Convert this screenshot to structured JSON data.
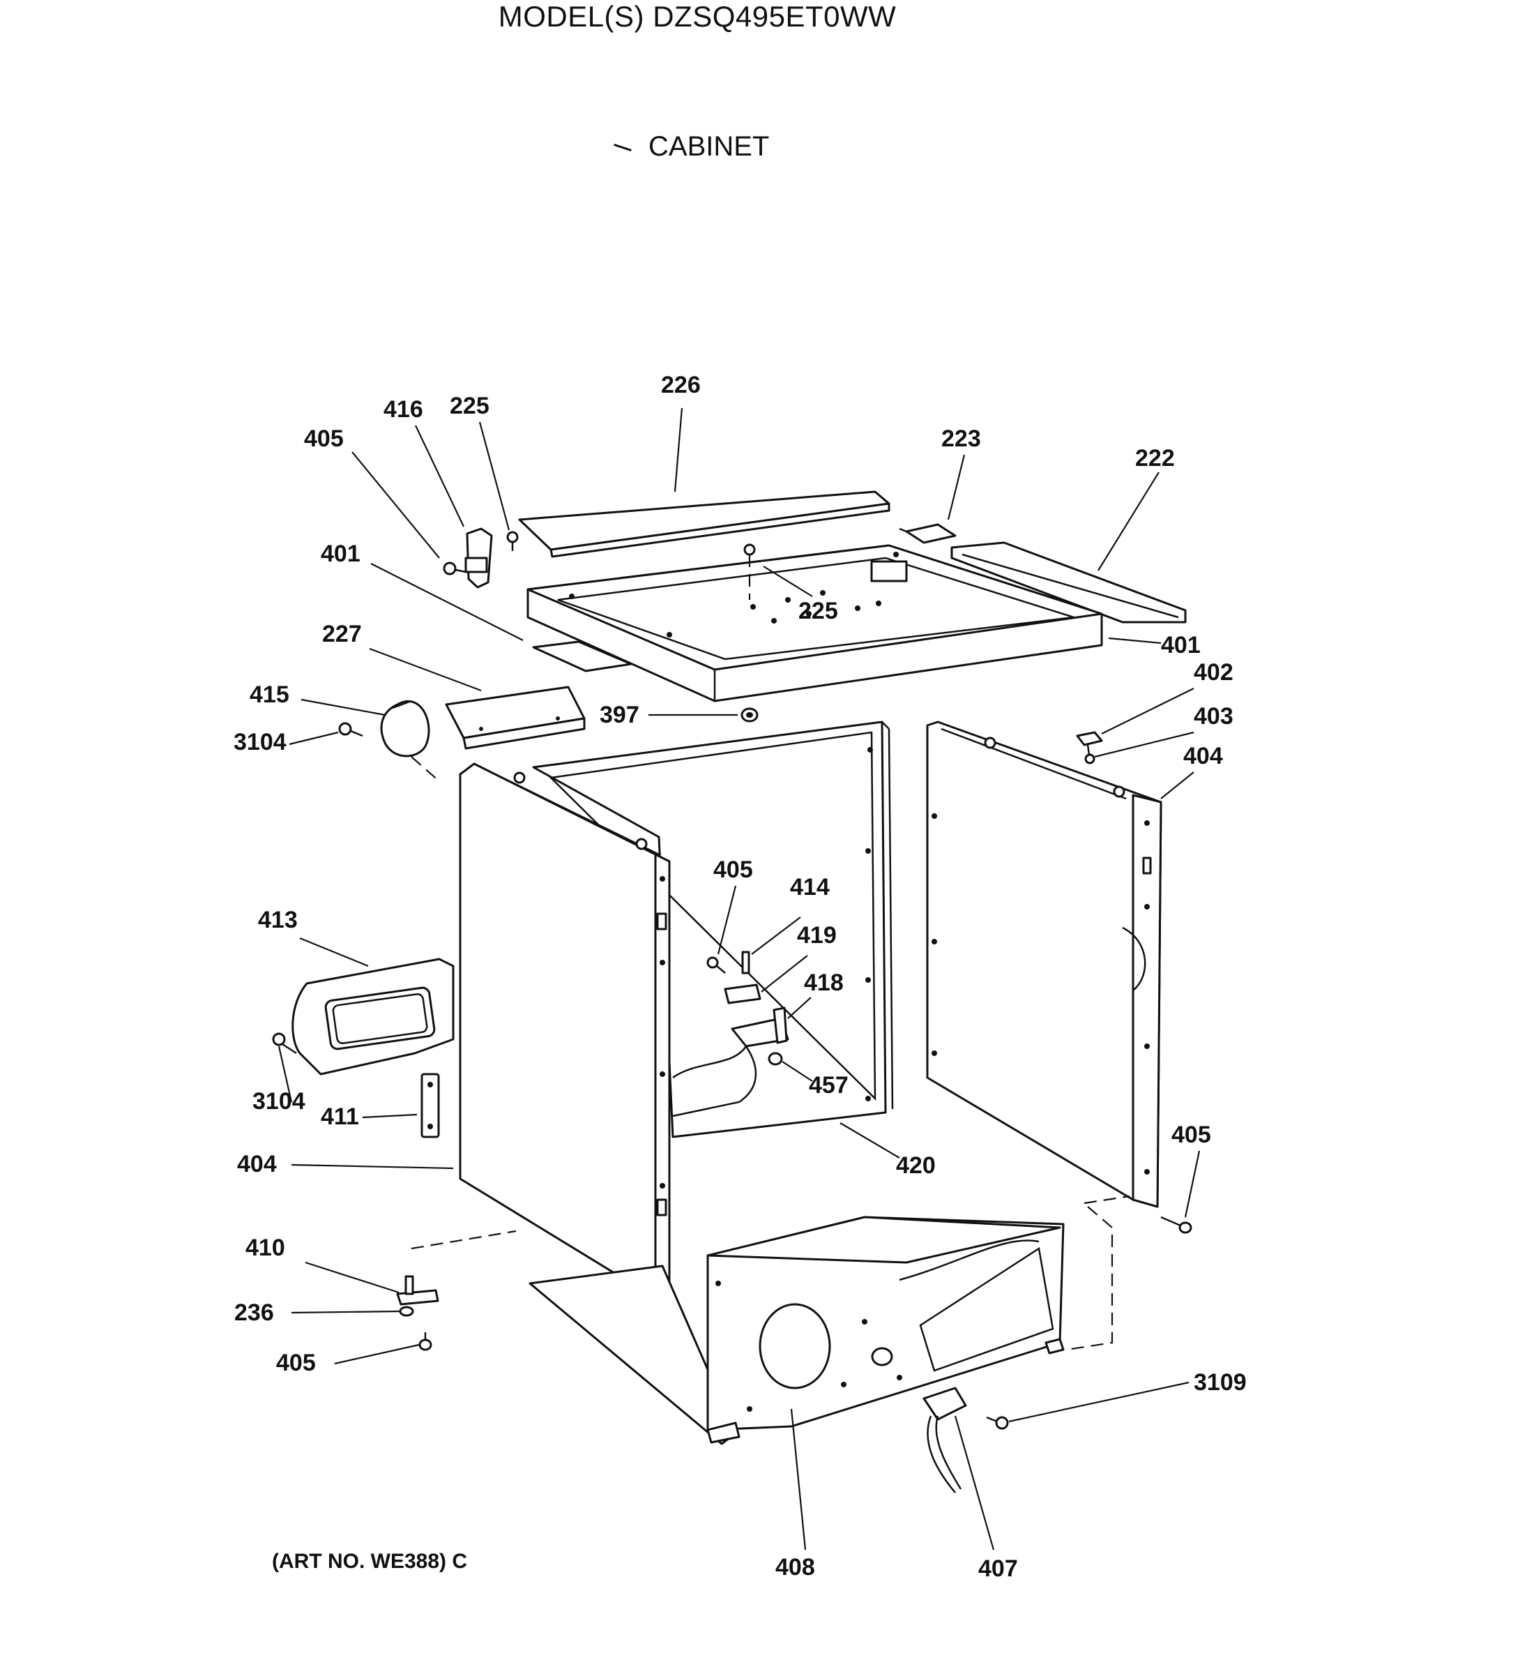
{
  "header": {
    "model_title": "MODEL(S) DZSQ495ET0WW",
    "section_title": "CABINET"
  },
  "footer": {
    "art_number": "(ART NO. WE388) C"
  },
  "callouts": {
    "c226": "226",
    "c416": "416",
    "c225a": "225",
    "c405a": "405",
    "c223": "223",
    "c222": "222",
    "c401a": "401",
    "c225b": "225",
    "c401b": "401",
    "c227": "227",
    "c402": "402",
    "c415": "415",
    "c397": "397",
    "c403": "403",
    "c3104a": "3104",
    "c404a": "404",
    "c405b": "405",
    "c414": "414",
    "c413": "413",
    "c419": "419",
    "c418": "418",
    "c3104b": "3104",
    "c457": "457",
    "c411": "411",
    "c405c": "405",
    "c404b": "404",
    "c420": "420",
    "c410": "410",
    "c236": "236",
    "c405d": "405",
    "c3109": "3109",
    "c408": "408",
    "c407": "407"
  }
}
